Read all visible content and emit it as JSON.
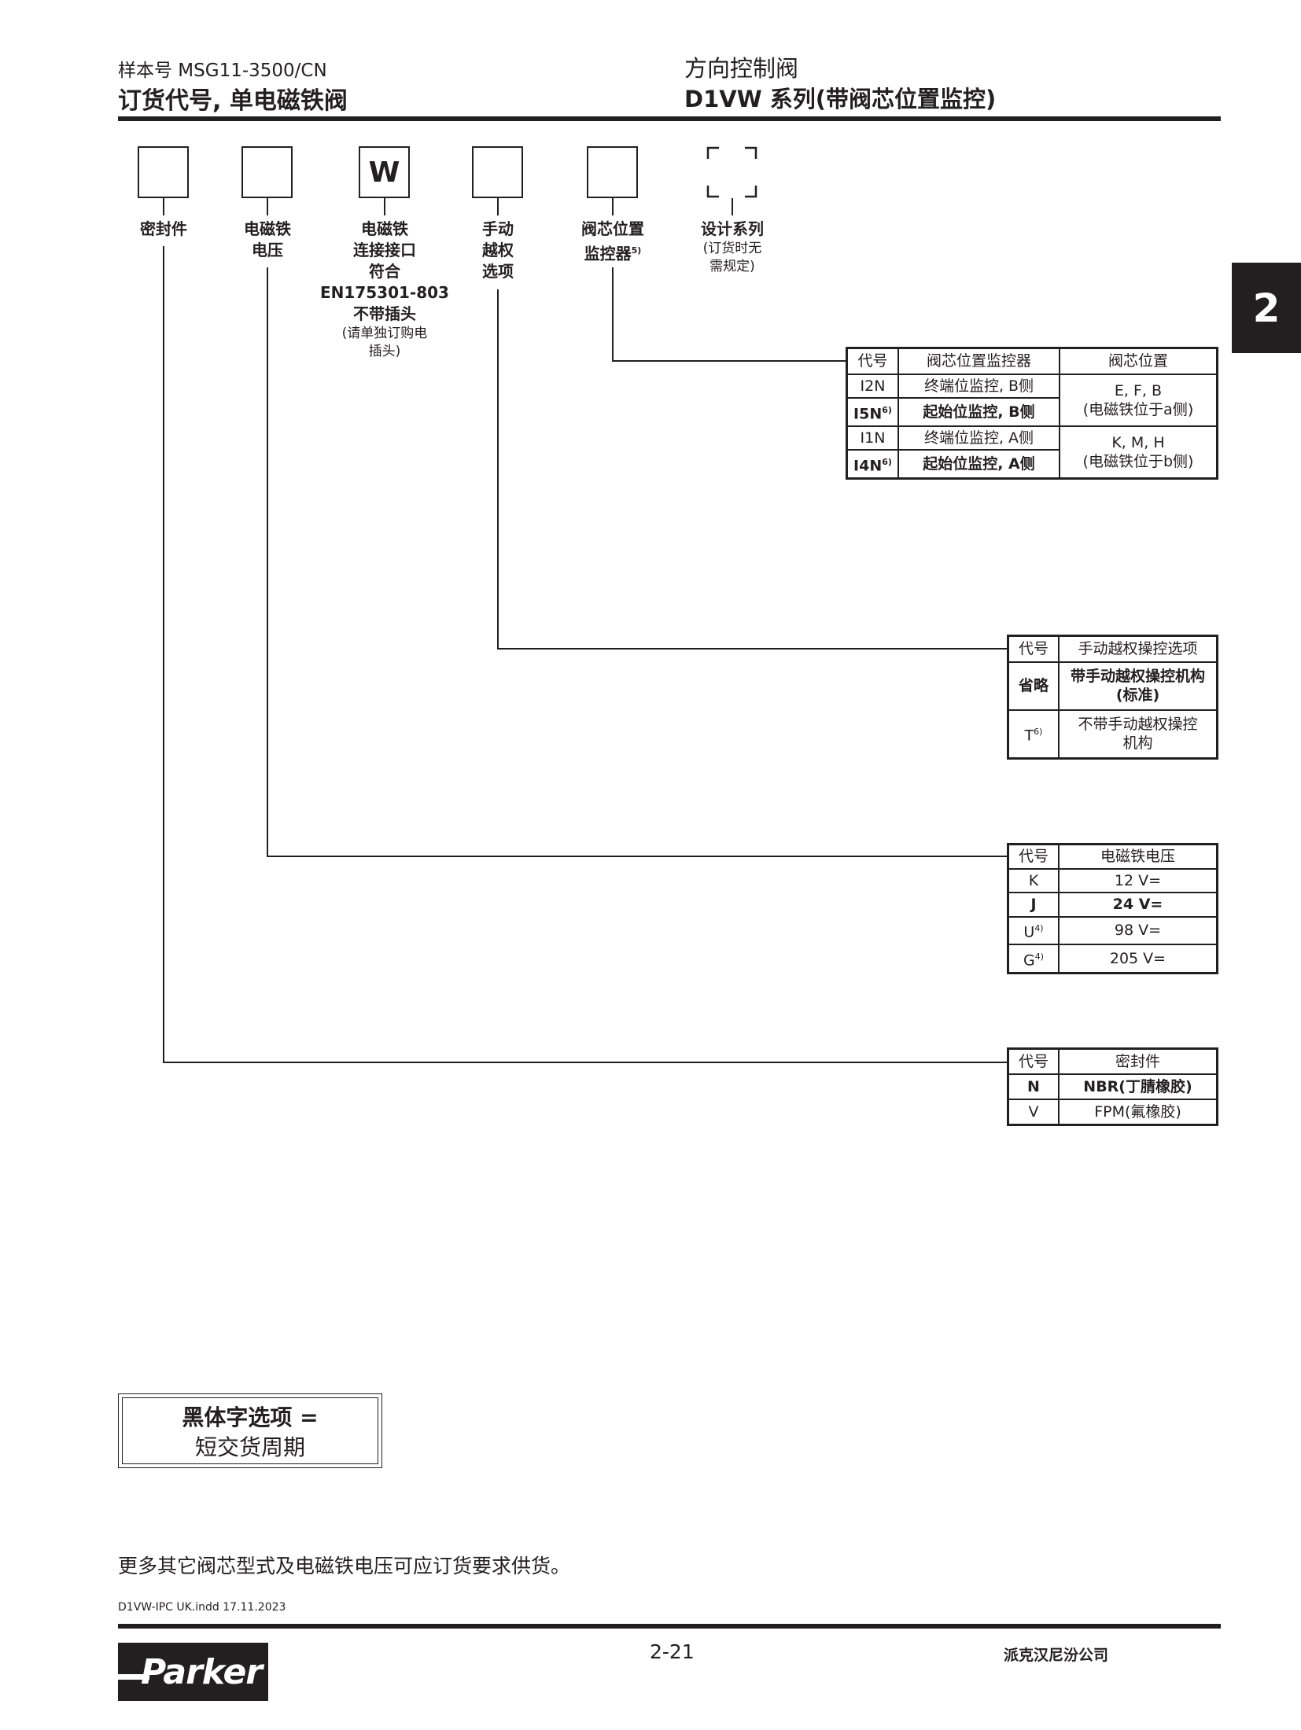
{
  "header": {
    "catalog_no": "样本号 MSG11-3500/CN",
    "title": "订货代号, 单电磁铁阀",
    "right_small": "方向控制阀",
    "right_title": "D1VW 系列(带阀芯位置监控)"
  },
  "section_tab": "2",
  "code_boxes": {
    "seal": {
      "value": "",
      "label": "密封件"
    },
    "voltage": {
      "value": "",
      "label1": "电磁铁",
      "label2": "电压"
    },
    "connector": {
      "value": "W",
      "label1": "电磁铁",
      "label2": "连接接口",
      "label3": "符合",
      "label4": "EN175301-803",
      "label5": "不带插头",
      "note1": "(请单独订购电",
      "note2": "插头)"
    },
    "manual": {
      "value": "",
      "label1": "手动",
      "label2": "越权",
      "label3": "选项"
    },
    "monitor": {
      "value": "",
      "label1": "阀芯位置",
      "label2": "监控器",
      "footnote": "5)"
    },
    "design": {
      "label": "设计系列",
      "note1": "(订货时无",
      "note2": "需规定)"
    }
  },
  "monitor_table": {
    "headers": [
      "代号",
      "阀芯位置监控器",
      "阀芯位置"
    ],
    "rows": [
      {
        "code": "I2N",
        "fn": "",
        "desc": "终端位监控, B侧"
      },
      {
        "code": "I5N",
        "fn": "6)",
        "desc": "起始位监控, B侧"
      },
      {
        "code": "I1N",
        "fn": "",
        "desc": "终端位监控, A侧"
      },
      {
        "code": "I4N",
        "fn": "6)",
        "desc": "起始位监控, A侧"
      }
    ],
    "positions": [
      {
        "spools": "E, F, B",
        "note": "(电磁铁位于a侧)"
      },
      {
        "spools": "K, M, H",
        "note": "(电磁铁位于b侧)"
      }
    ]
  },
  "manual_table": {
    "headers": [
      "代号",
      "手动越权操控选项"
    ],
    "rows": [
      {
        "code": "省略",
        "fn": "",
        "desc1": "带手动越权操控机构",
        "desc2": "(标准)"
      },
      {
        "code": "T",
        "fn": "6)",
        "desc1": "不带手动越权操控",
        "desc2": "机构"
      }
    ]
  },
  "voltage_table": {
    "headers": [
      "代号",
      "电磁铁电压"
    ],
    "rows": [
      {
        "code": "K",
        "fn": "",
        "value": "12 V="
      },
      {
        "code": "J",
        "fn": "",
        "value": "24 V="
      },
      {
        "code": "U",
        "fn": "4)",
        "value": "98 V="
      },
      {
        "code": "G",
        "fn": "4)",
        "value": "205 V="
      }
    ]
  },
  "seal_table": {
    "headers": [
      "代号",
      "密封件"
    ],
    "rows": [
      {
        "code": "N",
        "value": "NBR(丁腈橡胶)"
      },
      {
        "code": "V",
        "value": "FPM(氟橡胶)"
      }
    ]
  },
  "legend": {
    "line1": "黑体字选项 =",
    "line2": "短交货周期"
  },
  "note": "更多其它阀芯型式及电磁铁电压可应订货要求供货。",
  "footer": {
    "file_info": "D1VW-IPC UK.indd 17.11.2023",
    "page": "2-21",
    "company": "派克汉尼汾公司",
    "logo_text": "Parker"
  }
}
